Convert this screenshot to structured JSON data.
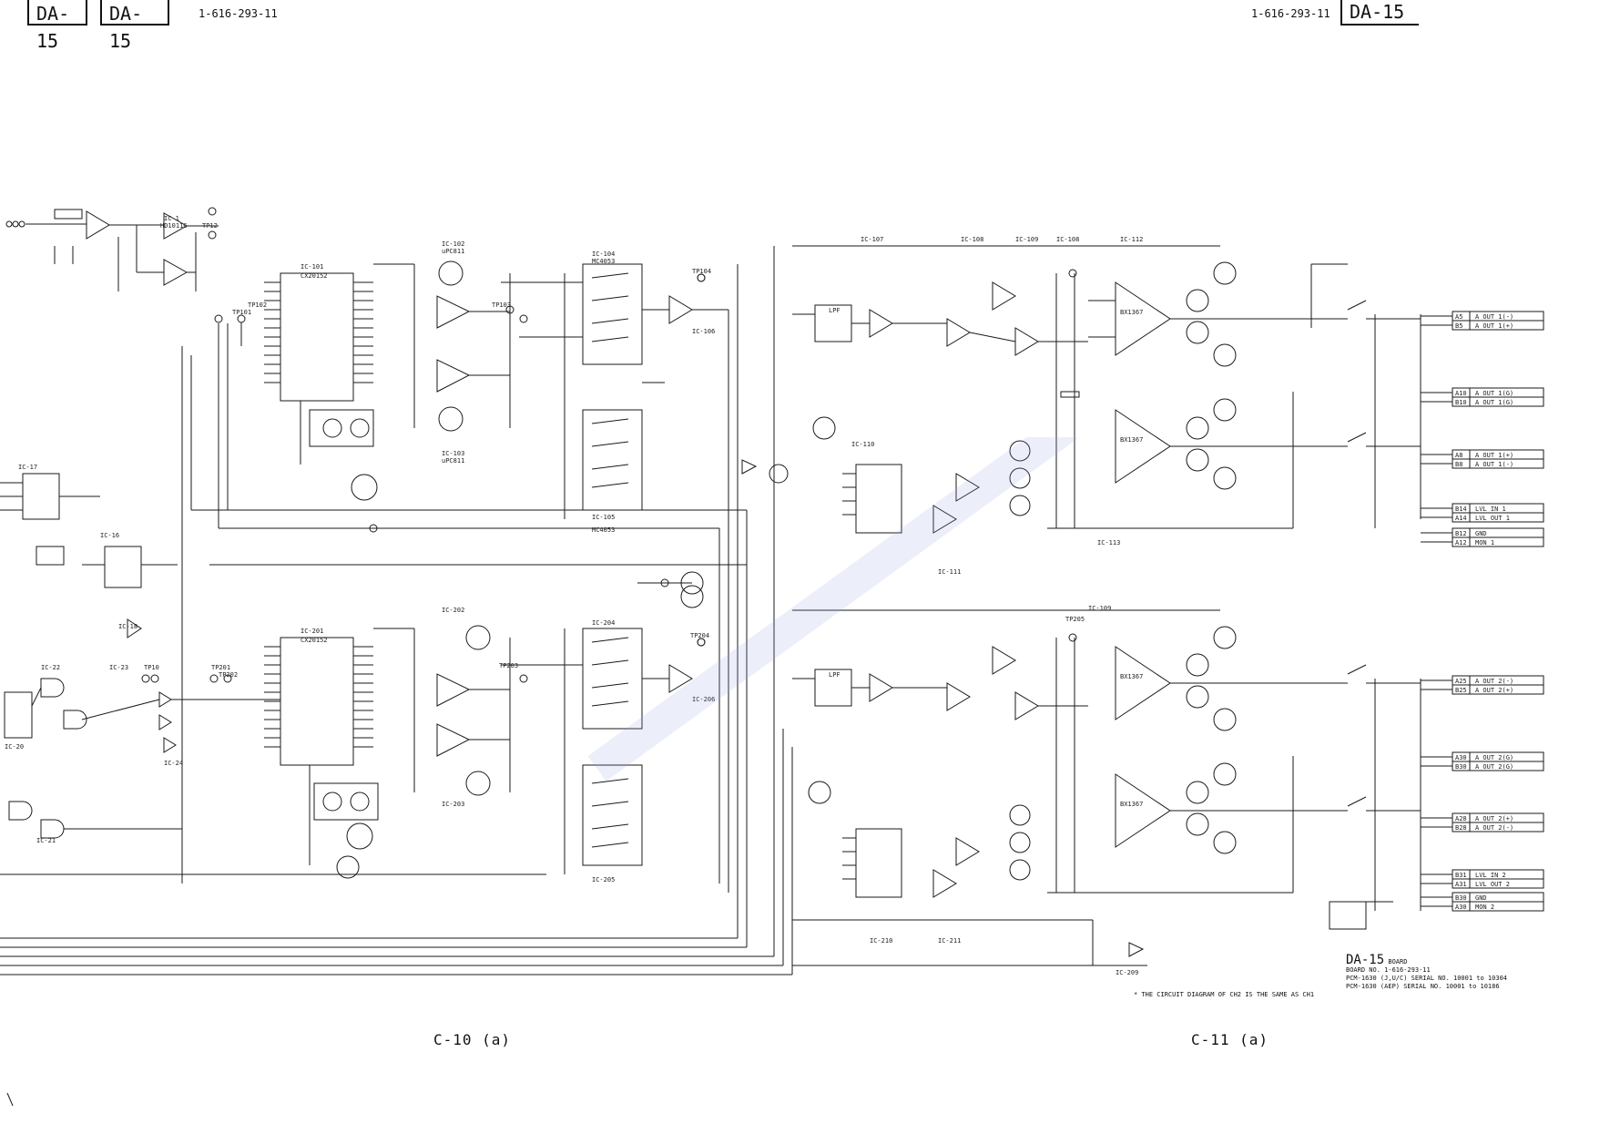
{
  "header": {
    "left_box_1": "DA-15",
    "left_box_2": "DA-15",
    "left_part_no": "1-616-293-11",
    "right_part_no": "1-616-293-11",
    "right_box": "DA-15"
  },
  "captions": {
    "left": "C-10 (a)",
    "right": "C-11 (a)"
  },
  "notes": {
    "board_title": "DA-15",
    "board_suffix": "BOARD",
    "board_no": "BOARD NO. 1-616-293-11",
    "serial_1": "PCM-1630 (J,U/C)  SERIAL NO. 10001 to 10304",
    "serial_2": "PCM-1630 (AEP)    SERIAL NO. 10001 to 10186",
    "ch2_note": "* THE CIRCUIT DIAGRAM OF CH2 IS THE SAME AS CH1"
  },
  "ic_labels": {
    "ic101": "IC-101",
    "ic101_part": "CX20152",
    "ic102": "IC-102",
    "ic102_part": "uPC811",
    "ic103": "IC-103",
    "ic103_part": "uPC811",
    "ic104": "IC-104",
    "ic104_part": "MC4053",
    "ic105": "IC-105",
    "ic105_part": "MC4053",
    "ic106": "IC-106",
    "ic107": "IC-107",
    "ic108": "IC-108",
    "ic109": "IC-109",
    "ic110": "IC-110",
    "ic111": "IC-111",
    "ic112": "IC-112",
    "ic113": "IC-113",
    "ic1": "IC-1",
    "ic1_part": "HD10116",
    "ic16": "IC-16",
    "ic17": "IC-17",
    "ic18": "IC-18",
    "ic20": "IC-20",
    "ic21": "IC-21",
    "ic22": "IC-22",
    "ic23": "IC-23",
    "ic24": "IC-24",
    "ic201": "IC-201",
    "ic201_part": "CX20152",
    "ic202": "IC-202",
    "ic203": "IC-203",
    "ic204": "IC-204",
    "ic205": "IC-205",
    "ic206": "IC-206",
    "ic209": "IC-209",
    "ic210": "IC-210",
    "ic211": "IC-211",
    "lpf": "LPF",
    "bx1367": "BX1367"
  },
  "test_points": [
    "TP12",
    "TP101",
    "TP102",
    "TP103",
    "TP104",
    "TP201",
    "TP202",
    "TP203",
    "TP204",
    "TP205",
    "TP10"
  ],
  "outputs": [
    {
      "pin": "A5",
      "label": "A OUT 1(-)"
    },
    {
      "pin": "B5",
      "label": "A OUT 1(+)"
    },
    {
      "pin": "A10",
      "label": "A OUT 1(G)"
    },
    {
      "pin": "B10",
      "label": "A OUT 1(G)"
    },
    {
      "pin": "A8",
      "label": "A OUT 1(+)"
    },
    {
      "pin": "B8",
      "label": "A OUT 1(-)"
    },
    {
      "pin": "B14",
      "label": "LVL IN 1"
    },
    {
      "pin": "A14",
      "label": "LVL OUT 1"
    },
    {
      "pin": "B12",
      "label": "GND"
    },
    {
      "pin": "A12",
      "label": "MON 1"
    },
    {
      "pin": "A25",
      "label": "A OUT 2(-)"
    },
    {
      "pin": "B25",
      "label": "A OUT 2(+)"
    },
    {
      "pin": "A30",
      "label": "A OUT 2(G)"
    },
    {
      "pin": "B30",
      "label": "A OUT 2(G)"
    },
    {
      "pin": "A28",
      "label": "A OUT 2(+)"
    },
    {
      "pin": "B28",
      "label": "A OUT 2(-)"
    },
    {
      "pin": "B31",
      "label": "LVL IN 2"
    },
    {
      "pin": "A31",
      "label": "LVL OUT 2"
    },
    {
      "pin": "B30",
      "label": "GND"
    },
    {
      "pin": "A30",
      "label": "MON 2"
    }
  ],
  "colors": {
    "ink": "#1a1a1a",
    "paper": "#ffffff",
    "watermark": "#9aa6e8"
  }
}
